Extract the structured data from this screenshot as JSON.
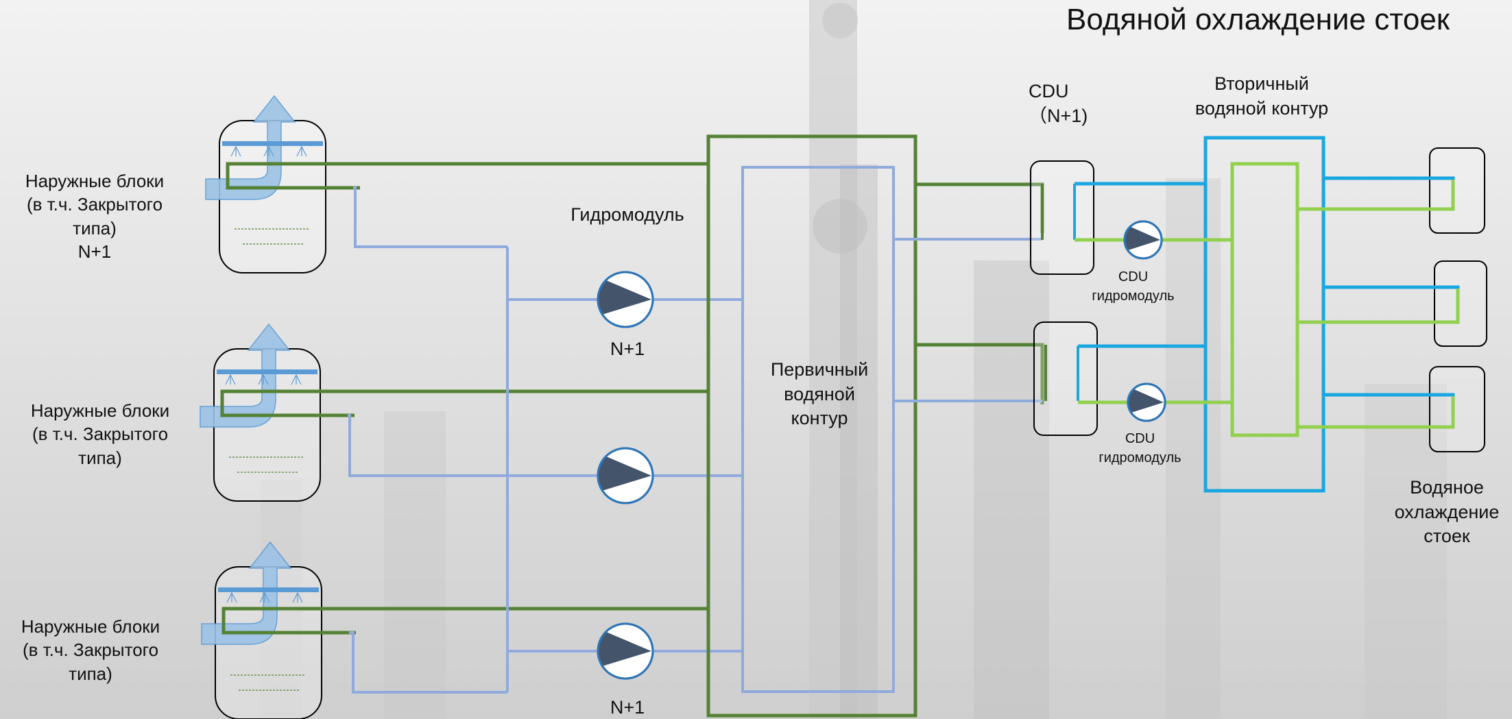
{
  "title": "Водяной охлаждение стоек",
  "outdoor_units": [
    {
      "line1": "Наружные блоки",
      "line2": "(в т.ч. Закрытого",
      "line3": "типа)",
      "line4": "N+1"
    },
    {
      "line1": "Наружные блоки",
      "line2": "(в т.ч. Закрытого",
      "line3": "типа)"
    },
    {
      "line1": "Наружные блоки",
      "line2": "(в т.ч. Закрытого",
      "line3": "типа)"
    }
  ],
  "hydromodule_label": "Гидромодуль",
  "pump_labels": {
    "top": "N+1",
    "bottom": "N+1"
  },
  "primary_loop": {
    "line1": "Первичный",
    "line2": "водяной",
    "line3": "контур"
  },
  "cdu": {
    "line1": "CDU",
    "line2": "（N+1)"
  },
  "cdu_pumps": [
    {
      "line1": "CDU",
      "line2": "гидромодуль"
    },
    {
      "line1": "CDU",
      "line2": "гидромодуль"
    }
  ],
  "secondary_loop": {
    "line1": "Вторичный",
    "line2": "водяной контур"
  },
  "rack_cooling": {
    "line1": "Водяное",
    "line2": "охлаждение",
    "line3": "стоек"
  },
  "colors": {
    "primary_green": "#548235",
    "return_blue": "#8faadc",
    "secondary_cyan": "#1aa7e0",
    "secondary_green": "#92d050",
    "pump_fill": "#44546a",
    "pump_ring": "#2e75b6",
    "airflow_arrow": "#9dc3e6"
  }
}
